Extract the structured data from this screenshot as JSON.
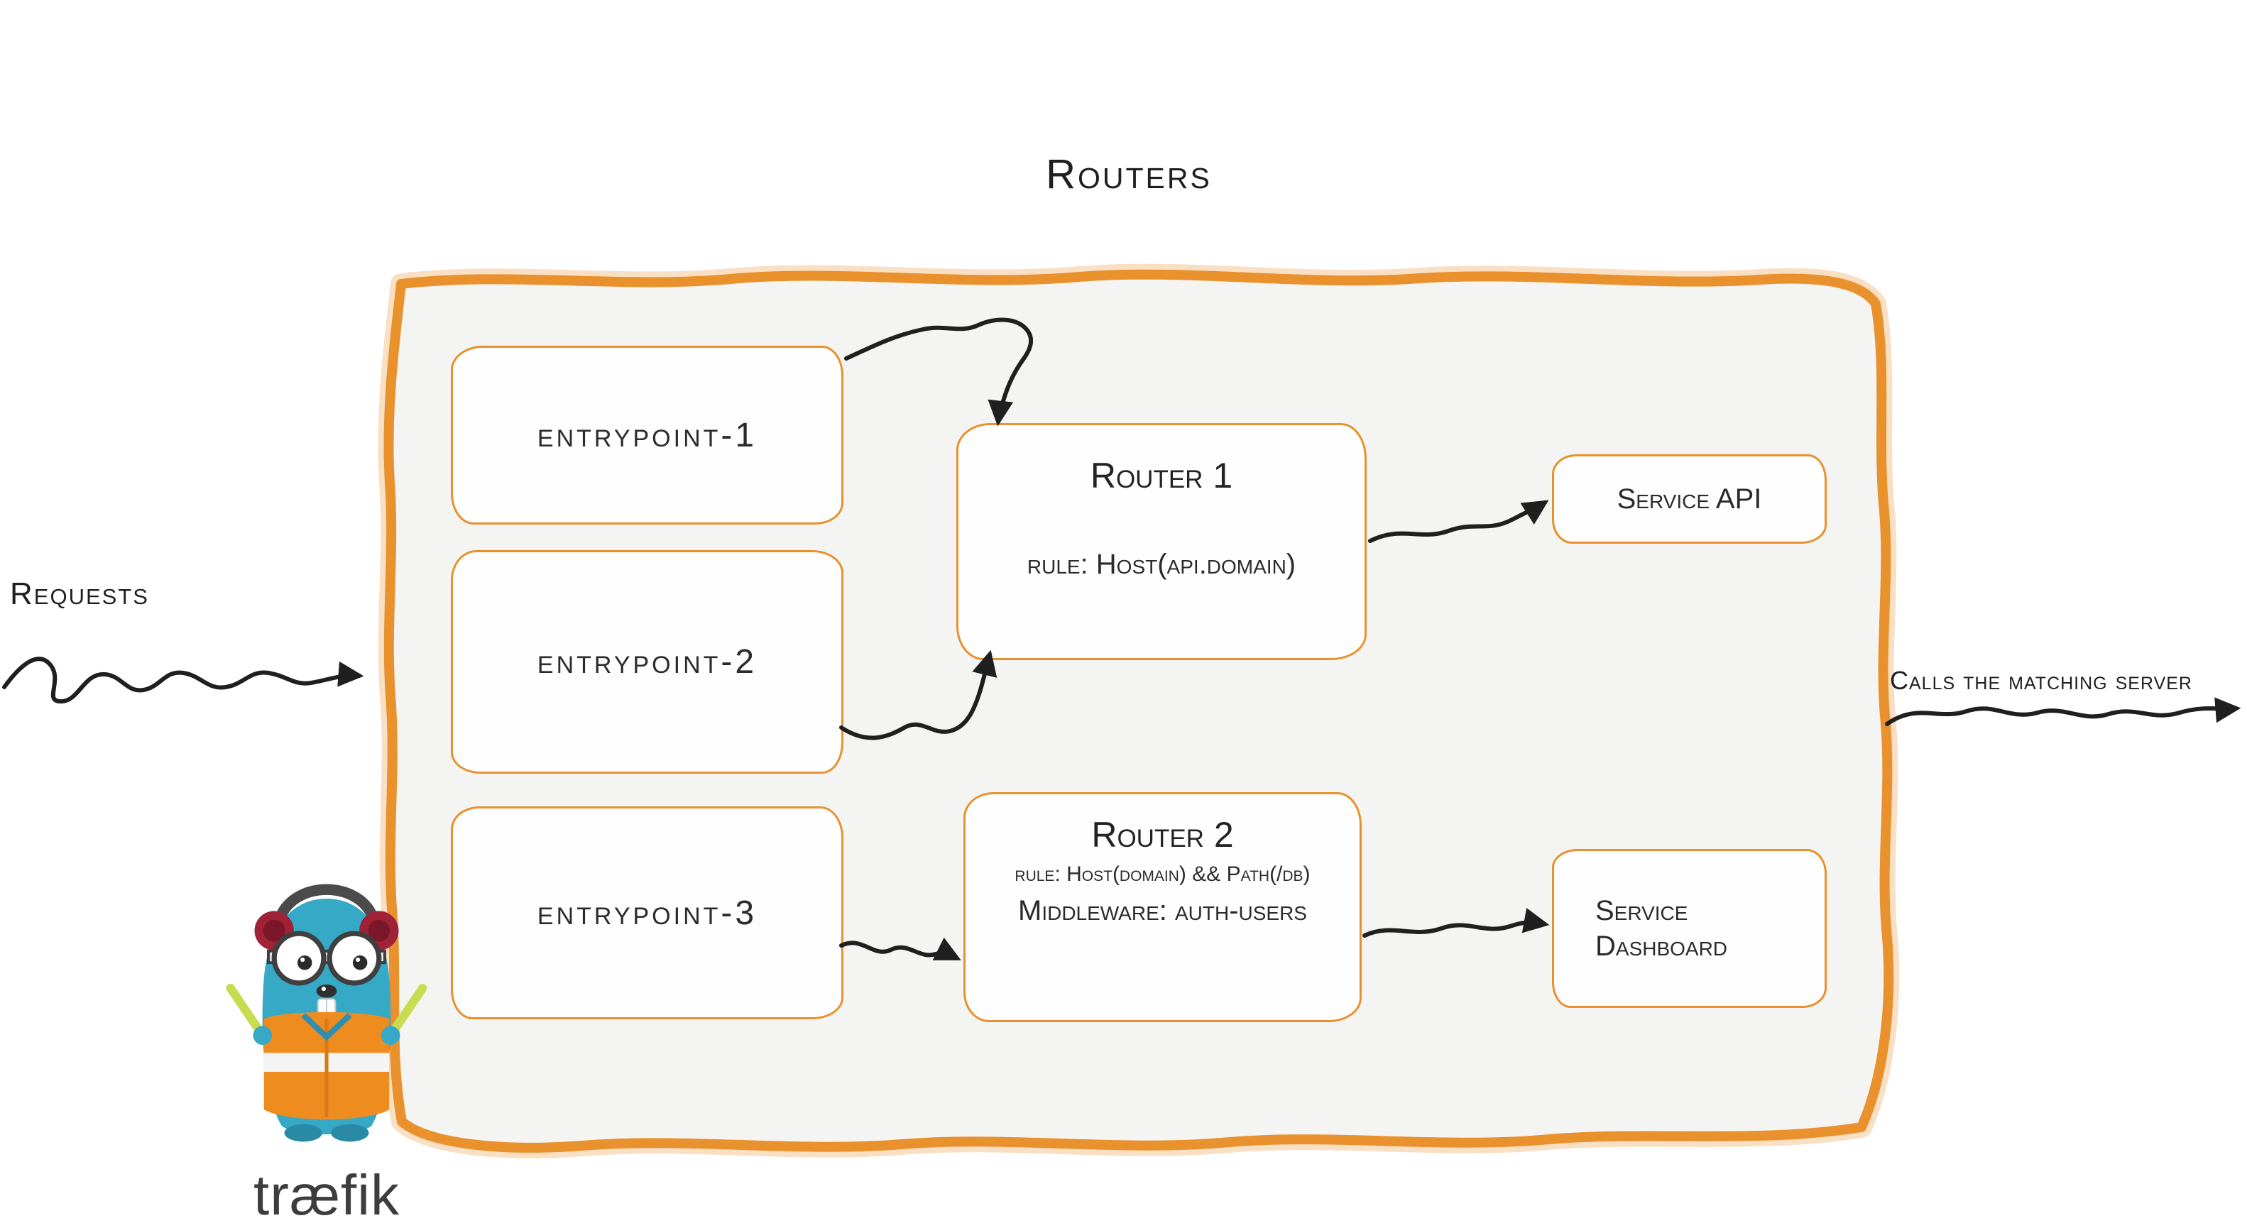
{
  "title": "Routers",
  "annotations": {
    "left": "Requests",
    "right": "Calls the matching server"
  },
  "entrypoints": [
    {
      "label": "entrypoint-1"
    },
    {
      "label": "entrypoint-2"
    },
    {
      "label": "entrypoint-3"
    }
  ],
  "routers": [
    {
      "name": "Router 1",
      "rule": "rule: Host(api.domain)"
    },
    {
      "name": "Router 2",
      "rule": "rule: Host(domain) && Path(/db)",
      "middleware": "Middleware: auth-users"
    }
  ],
  "services": [
    {
      "label": "Service API"
    },
    {
      "label": "Service Dashboard"
    }
  ],
  "logo": {
    "wordmark": "træfik",
    "mascot": "traefik-gopher-mascot"
  },
  "colors": {
    "accent_orange": "#e8912d",
    "container_fill": "#f4f4f3",
    "arrow_black": "#1f1f1f",
    "text_dark": "#262626",
    "logo_teal": "#36a9c7",
    "logo_maroon": "#a02236",
    "logo_vest": "#ef8c1f",
    "logo_baton": "#c8dc50"
  }
}
